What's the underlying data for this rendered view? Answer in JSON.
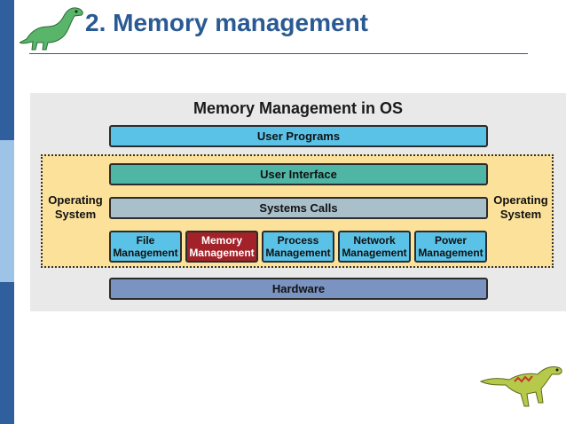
{
  "slide": {
    "title": "2. Memory management"
  },
  "figure": {
    "title": "Memory Management in OS",
    "os_label_left": "Operating\nSystem",
    "os_label_right": "Operating\nSystem",
    "layers": {
      "user_programs": "User Programs",
      "user_interface": "User Interface",
      "system_calls": "Systems Calls",
      "hardware": "Hardware"
    },
    "modules": [
      {
        "label": "File\nManagement",
        "highlight": false
      },
      {
        "label": "Memory\nManagement",
        "highlight": true
      },
      {
        "label": "Process\nManagement",
        "highlight": false
      },
      {
        "label": "Network\nManagement",
        "highlight": false
      },
      {
        "label": "Power\nManagement",
        "highlight": false
      }
    ]
  },
  "colors": {
    "title": "#2a5a93",
    "highlight_module": "#a3222a",
    "os_region": "#fbe19a",
    "module": "#5bc2e7"
  },
  "icons": {
    "top_left": "dinosaur-icon",
    "bottom_right": "dinosaur-icon"
  }
}
